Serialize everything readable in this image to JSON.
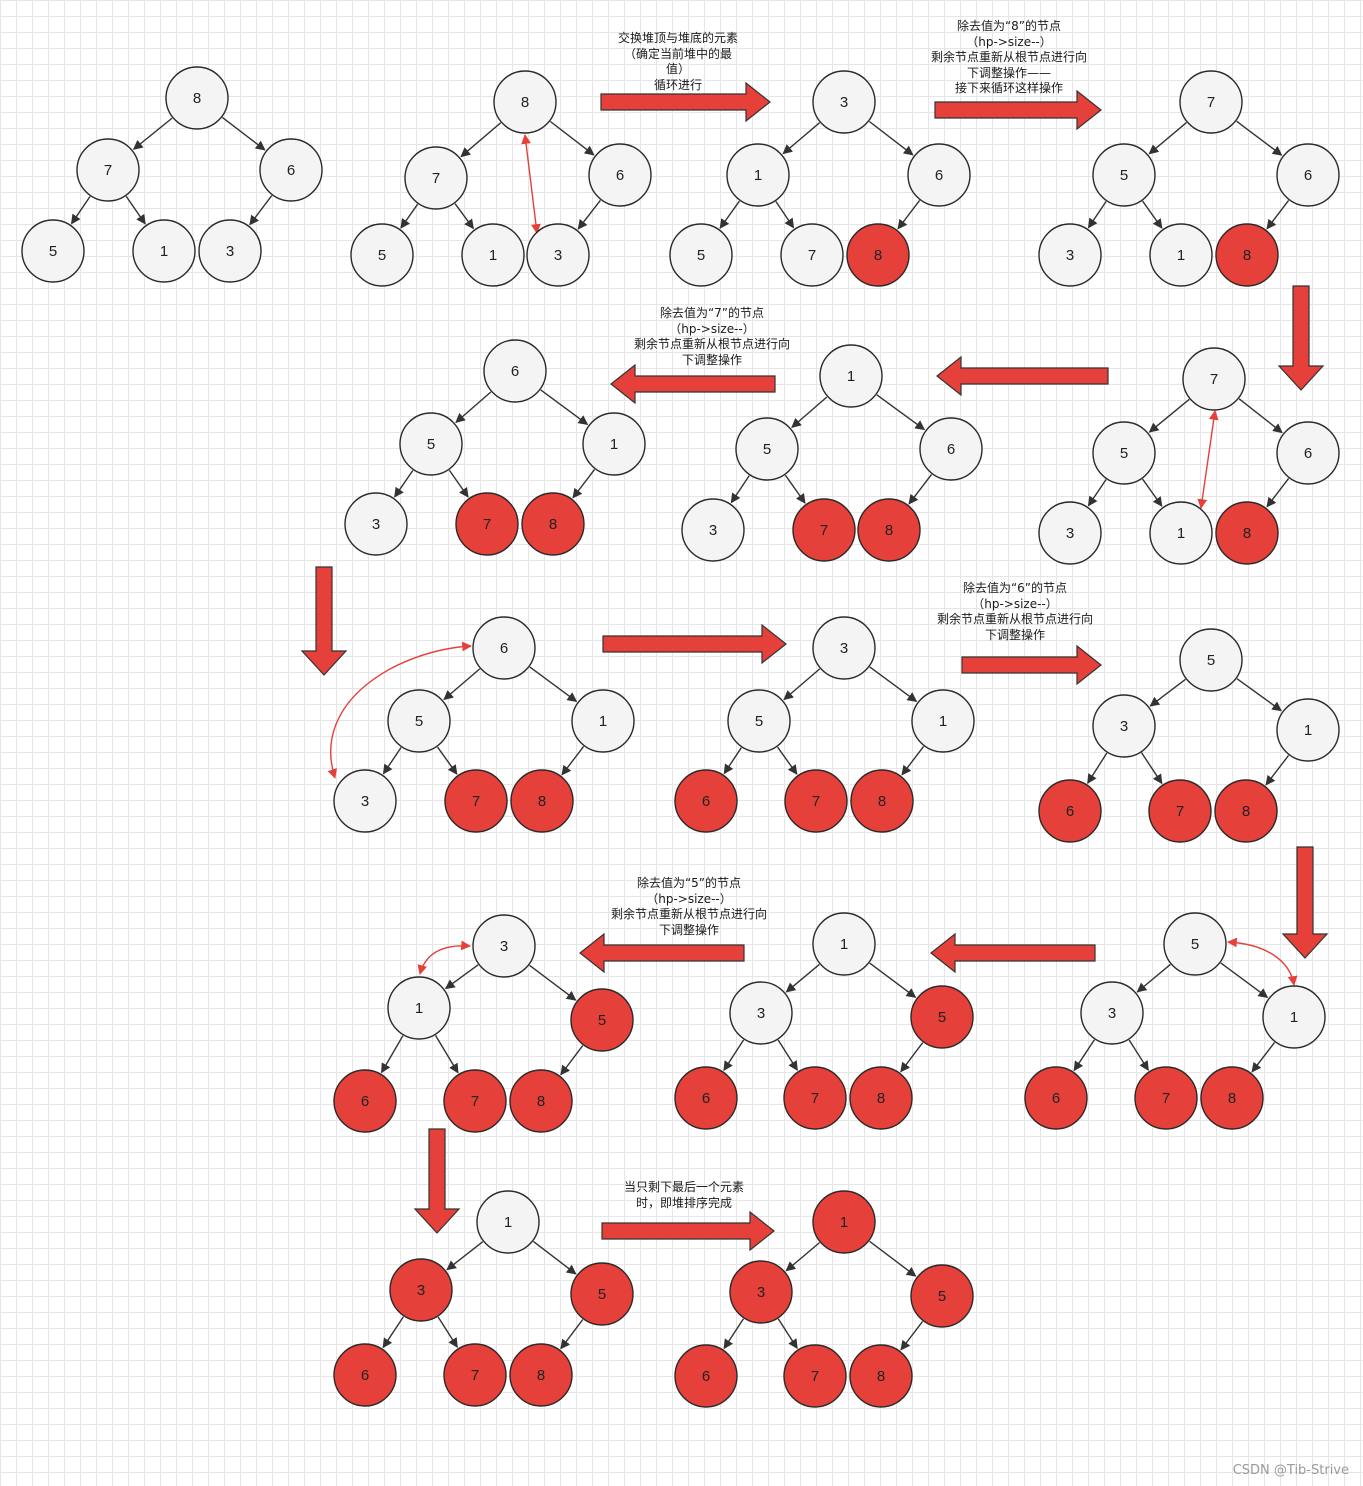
{
  "colors": {
    "white_node": "#f4f4f4",
    "red_node": "#e5403a",
    "edge": "#333333",
    "arrow_fill": "#e5403a",
    "swap": "#e5403a"
  },
  "trees": [
    {
      "id": "t1",
      "labels": {
        "r": "8",
        "a": "7",
        "b": "6",
        "c": "5",
        "d": "1",
        "e": "3"
      },
      "red": []
    },
    {
      "id": "t2",
      "labels": {
        "r": "8",
        "a": "7",
        "b": "6",
        "c": "5",
        "d": "1",
        "e": "3"
      },
      "red": []
    },
    {
      "id": "t3",
      "labels": {
        "r": "3",
        "a": "1",
        "b": "6",
        "c": "5",
        "d": "7",
        "e": "8"
      },
      "red": [
        "e"
      ]
    },
    {
      "id": "t4",
      "labels": {
        "r": "7",
        "a": "5",
        "b": "6",
        "c": "3",
        "d": "1",
        "e": "8"
      },
      "red": [
        "e"
      ]
    },
    {
      "id": "t5",
      "labels": {
        "r": "7",
        "a": "5",
        "b": "6",
        "c": "3",
        "d": "1",
        "e": "8"
      },
      "red": [
        "e"
      ]
    },
    {
      "id": "t6",
      "labels": {
        "r": "1",
        "a": "5",
        "b": "6",
        "c": "3",
        "d": "7",
        "e": "8"
      },
      "red": [
        "d",
        "e"
      ]
    },
    {
      "id": "t7",
      "labels": {
        "r": "6",
        "a": "5",
        "b": "1",
        "c": "3",
        "d": "7",
        "e": "8"
      },
      "red": [
        "d",
        "e"
      ]
    },
    {
      "id": "t8",
      "labels": {
        "r": "6",
        "a": "5",
        "b": "1",
        "c": "3",
        "d": "7",
        "e": "8"
      },
      "red": [
        "d",
        "e"
      ]
    },
    {
      "id": "t9",
      "labels": {
        "r": "3",
        "a": "5",
        "b": "1",
        "c": "6",
        "d": "7",
        "e": "8"
      },
      "red": [
        "c",
        "d",
        "e"
      ]
    },
    {
      "id": "t10",
      "labels": {
        "r": "5",
        "a": "3",
        "b": "1",
        "c": "6",
        "d": "7",
        "e": "8"
      },
      "red": [
        "c",
        "d",
        "e"
      ]
    },
    {
      "id": "t11",
      "labels": {
        "r": "5",
        "a": "3",
        "b": "1",
        "c": "6",
        "d": "7",
        "e": "8"
      },
      "red": [
        "c",
        "d",
        "e"
      ]
    },
    {
      "id": "t12",
      "labels": {
        "r": "1",
        "a": "3",
        "b": "5",
        "c": "6",
        "d": "7",
        "e": "8"
      },
      "red": [
        "b",
        "c",
        "d",
        "e"
      ]
    },
    {
      "id": "t13",
      "labels": {
        "r": "3",
        "a": "1",
        "b": "5",
        "c": "6",
        "d": "7",
        "e": "8"
      },
      "red": [
        "b",
        "c",
        "d",
        "e"
      ]
    },
    {
      "id": "t14",
      "labels": {
        "r": "1",
        "a": "3",
        "b": "5",
        "c": "6",
        "d": "7",
        "e": "8"
      },
      "red": [
        "a",
        "b",
        "c",
        "d",
        "e"
      ]
    },
    {
      "id": "t15",
      "labels": {
        "r": "1",
        "a": "3",
        "b": "5",
        "c": "6",
        "d": "7",
        "e": "8"
      },
      "red": [
        "r",
        "a",
        "b",
        "c",
        "d",
        "e"
      ]
    }
  ],
  "notes": {
    "n1": "交换堆顶与堆底的元素\n（确定当前堆中的最\n值）\n循环进行",
    "n2": "除去值为“8”的节点\n（hp->size--）\n剩余节点重新从根节点进行向\n下调整操作——\n接下来循环这样操作",
    "n3": "除去值为“7”的节点\n（hp->size--）\n剩余节点重新从根节点进行向\n下调整操作",
    "n4": "除去值为“6”的节点\n（hp->size--）\n剩余节点重新从根节点进行向\n下调整操作",
    "n5": "除去值为“5”的节点\n（hp->size--）\n剩余节点重新从根节点进行向\n下调整操作",
    "n6": "当只剩下最后一个元素\n时，即堆排序完成"
  },
  "watermark": "CSDN @Tib-Strive"
}
